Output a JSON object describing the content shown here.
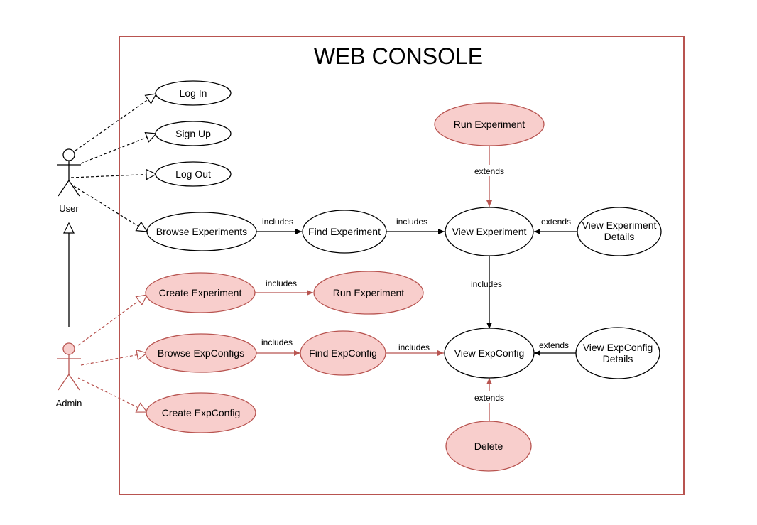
{
  "title": "WEB CONSOLE",
  "colors": {
    "boundary": "#b85450",
    "highlight_fill": "#f8cecc",
    "highlight_stroke": "#b85450",
    "plain_fill": "#ffffff",
    "plain_stroke": "#000000"
  },
  "actors": {
    "user": {
      "label": "User"
    },
    "admin": {
      "label": "Admin"
    }
  },
  "use_cases": {
    "login": {
      "label": "Log In"
    },
    "signup": {
      "label": "Sign Up"
    },
    "logout": {
      "label": "Log Out"
    },
    "browse_exp": {
      "label": "Browse Experiments"
    },
    "find_exp": {
      "label": "Find Experiment"
    },
    "view_exp": {
      "label": "View Experiment"
    },
    "view_exp_details": {
      "line1": "View Experiment",
      "line2": "Details"
    },
    "run_exp_top": {
      "label": "Run Experiment"
    },
    "create_exp": {
      "label": "Create Experiment"
    },
    "run_exp": {
      "label": "Run Experiment"
    },
    "browse_cfg": {
      "label": "Browse ExpConfigs"
    },
    "find_cfg": {
      "label": "Find ExpConfig"
    },
    "view_cfg": {
      "label": "View ExpConfig"
    },
    "view_cfg_details": {
      "line1": "View ExpConfig",
      "line2": "Details"
    },
    "create_cfg": {
      "label": "Create ExpConfig"
    },
    "delete": {
      "label": "Delete"
    }
  },
  "relations": {
    "browse_find": "includes",
    "find_view": "includes",
    "details_view": "extends",
    "run_view": "extends",
    "view_viewcfg": "includes",
    "create_run": "includes",
    "browsecfg_findcfg": "includes",
    "findcfg_viewcfg": "includes",
    "cfgdetails_viewcfg": "extends",
    "delete_viewcfg": "extends"
  }
}
